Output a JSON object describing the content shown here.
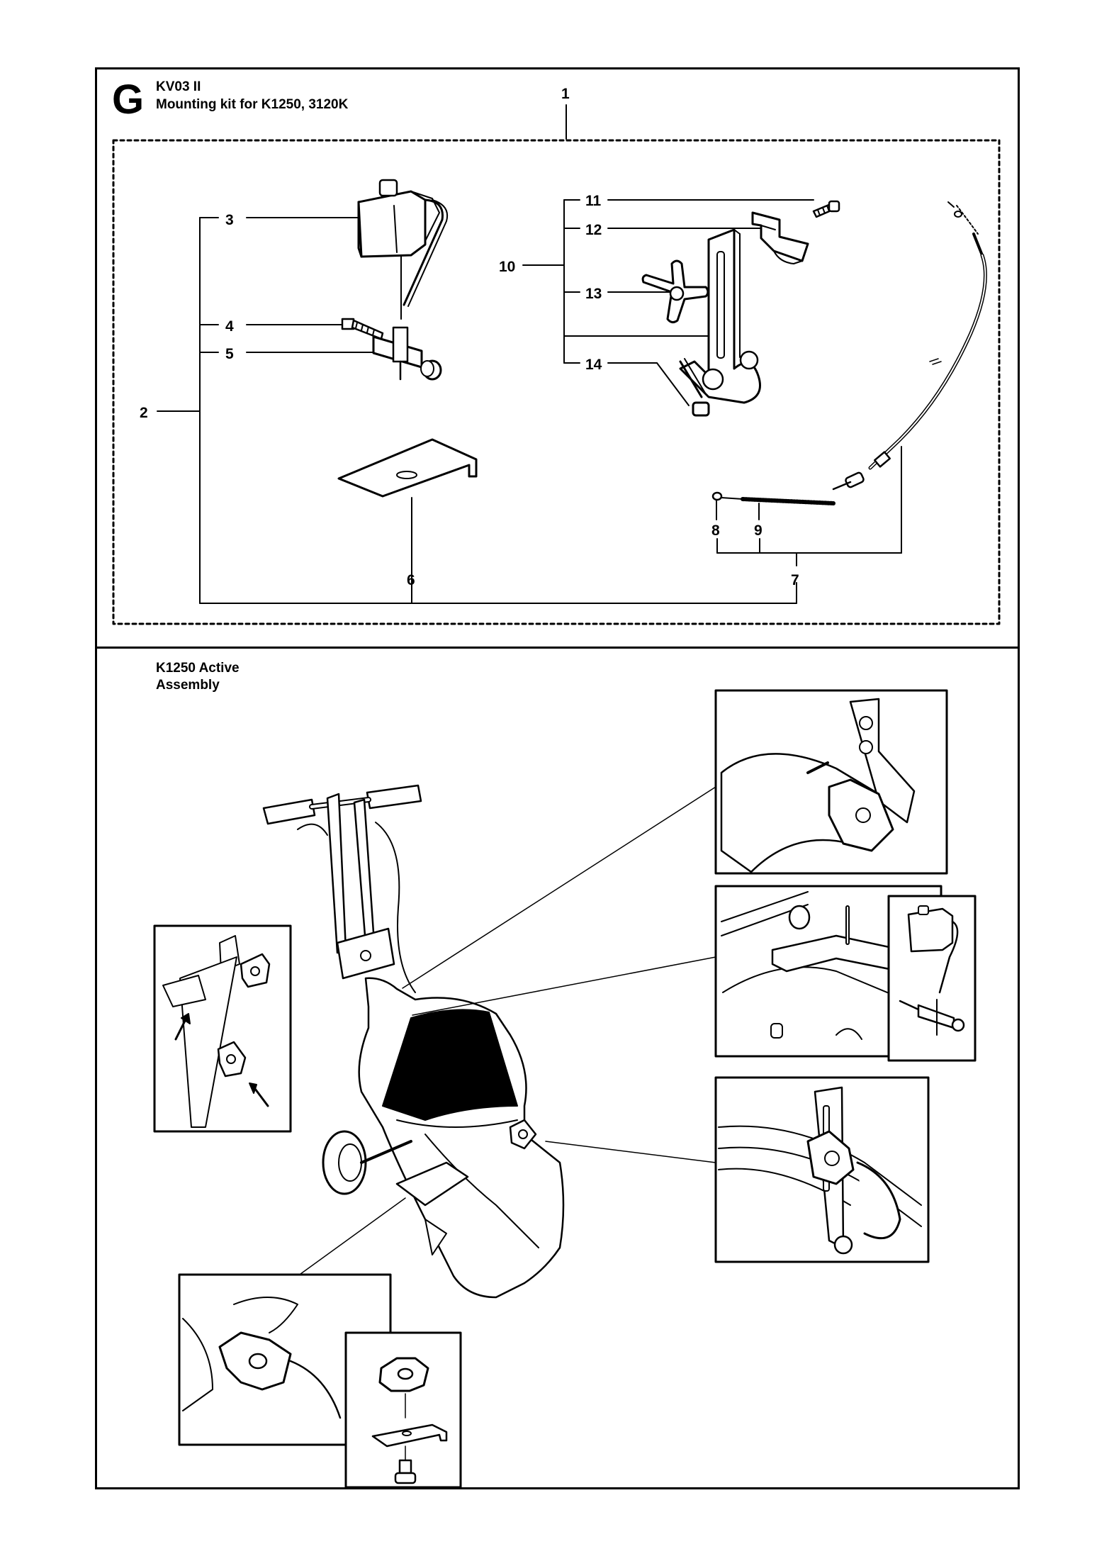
{
  "section": {
    "letter": "G",
    "code": "KV03 II",
    "title": "Mounting kit for K1250, 3120K"
  },
  "callouts": {
    "c1": "1",
    "c2": "2",
    "c3": "3",
    "c4": "4",
    "c5": "5",
    "c6": "6",
    "c7": "7",
    "c8": "8",
    "c9": "9",
    "c10": "10",
    "c11": "11",
    "c12": "12",
    "c13": "13",
    "c14": "14"
  },
  "assembly": {
    "title_line1": "K1250 Active",
    "title_line2": "Assembly"
  }
}
